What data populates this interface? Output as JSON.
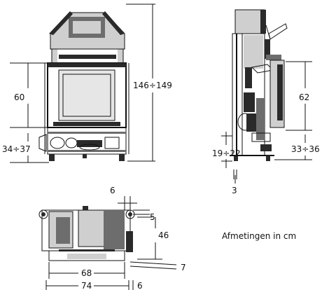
{
  "dimensions": {
    "front_total_height": "146÷149",
    "front_glass_height": "60",
    "front_base_height": "34÷37",
    "side_glass_height": "62",
    "side_base_height": "33÷36",
    "side_lower_height": "19÷22",
    "side_foot": "3",
    "top_offset_horizontal": "6",
    "top_offset_vertical": "5",
    "top_depth": "46",
    "top_front_width": "68",
    "top_total_width": "74",
    "top_right_gap": "6",
    "top_bottom_gap": "7"
  },
  "note": "Afmetingen in cm"
}
